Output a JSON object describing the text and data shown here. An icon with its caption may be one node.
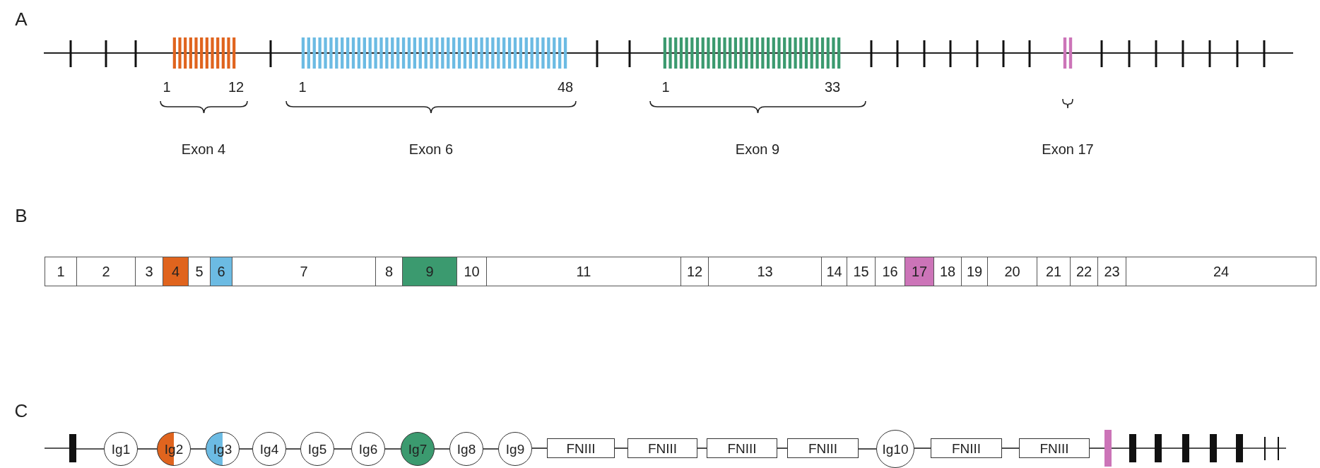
{
  "diagram": {
    "nodes": [
      {
        "text": [
          "1"
        ]
      },
      {
        "text": [
          "2"
        ]
      },
      {
        "text": [
          "3"
        ]
      },
      {
        "text": [
          "4"
        ]
      },
      {
        "text": [
          "5"
        ]
      },
      {
        "text": [
          "6"
        ]
      },
      {
        "text": [
          "7"
        ]
      },
      {
        "text": [
          "8"
        ]
      },
      {
        "text": [
          "9"
        ]
      },
      {
        "text": [
          "10"
        ]
      },
      {
        "text": [
          "11"
        ]
      },
      {
        "text": [
          "12"
        ]
      },
      {
        "text": [
          "13"
        ]
      },
      {
        "text": [
          "14"
        ]
      },
      {
        "text": [
          "15"
        ]
      },
      {
        "text": [
          "16"
        ]
      },
      {
        "text": [
          "17"
        ]
      },
      {
        "text": [
          "18"
        ]
      },
      {
        "text": [
          "19"
        ]
      },
      {
        "text": [
          "20"
        ]
      },
      {
        "text": [
          "21"
        ]
      },
      {
        "text": [
          "22"
        ]
      },
      {
        "text": [
          "23"
        ]
      },
      {
        "text": [
          "24"
        ]
      },
      {
        "text": [],
        "shape": "bar"
      },
      {
        "text": [
          "Ig1"
        ]
      },
      {
        "text": [
          "Ig2"
        ]
      },
      {
        "text": [
          "Ig3"
        ]
      },
      {
        "text": [
          "Ig4"
        ]
      },
      {
        "text": [
          "Ig5"
        ]
      },
      {
        "text": [
          "Ig6"
        ]
      },
      {
        "text": [
          "Ig7"
        ]
      },
      {
        "text": [
          "Ig8"
        ]
      },
      {
        "text": [
          "Ig9"
        ]
      },
      {
        "text": [
          "FNIII"
        ]
      },
      {
        "text": [
          "FNIII"
        ]
      },
      {
        "text": [
          "FNIII"
        ]
      },
      {
        "text": [
          "FNIII"
        ]
      },
      {
        "text": [
          "Ig10"
        ]
      },
      {
        "text": [
          "FNIII"
        ]
      },
      {
        "text": [
          "FNIII"
        ]
      },
      {
        "text": [],
        "shape": "bar"
      },
      {
        "text": [],
        "shape": "bar"
      },
      {
        "text": [],
        "shape": "bar"
      },
      {
        "text": [],
        "shape": "bar"
      },
      {
        "text": [],
        "shape": "bar"
      },
      {
        "text": [],
        "shape": "bar"
      }
    ],
    "edges": [
      {
        "from": 24,
        "to": 25,
        "arrow": "none"
      },
      {
        "from": 25,
        "to": 26,
        "arrow": "none"
      },
      {
        "from": 26,
        "to": 27,
        "arrow": "none"
      },
      {
        "from": 27,
        "to": 28,
        "arrow": "none"
      },
      {
        "from": 28,
        "to": 29,
        "arrow": "none"
      },
      {
        "from": 29,
        "to": 30,
        "arrow": "none"
      },
      {
        "from": 30,
        "to": 31,
        "arrow": "none"
      },
      {
        "from": 31,
        "to": 32,
        "arrow": "none"
      },
      {
        "from": 32,
        "to": 33,
        "arrow": "none"
      },
      {
        "from": 33,
        "to": 34,
        "arrow": "none"
      },
      {
        "from": 34,
        "to": 35,
        "arrow": "none"
      },
      {
        "from": 35,
        "to": 36,
        "arrow": "none"
      },
      {
        "from": 36,
        "to": 37,
        "arrow": "none"
      },
      {
        "from": 37,
        "to": 38,
        "arrow": "none"
      },
      {
        "from": 38,
        "to": 39,
        "arrow": "none"
      },
      {
        "from": 39,
        "to": 40,
        "arrow": "none"
      },
      {
        "from": 40,
        "to": 41,
        "arrow": "none"
      },
      {
        "from": 41,
        "to": 42,
        "arrow": "none"
      },
      {
        "from": 42,
        "to": 43,
        "arrow": "none"
      },
      {
        "from": 43,
        "to": 44,
        "arrow": "none"
      },
      {
        "from": 44,
        "to": 45,
        "arrow": "none"
      },
      {
        "from": 45,
        "to": 46,
        "arrow": "none"
      }
    ],
    "labels": [
      "A",
      "1",
      "12",
      "1",
      "48",
      "1",
      "33",
      "Exon 4",
      "Exon 6",
      "Exon 9",
      "Exon 17",
      "B",
      "C"
    ]
  }
}
